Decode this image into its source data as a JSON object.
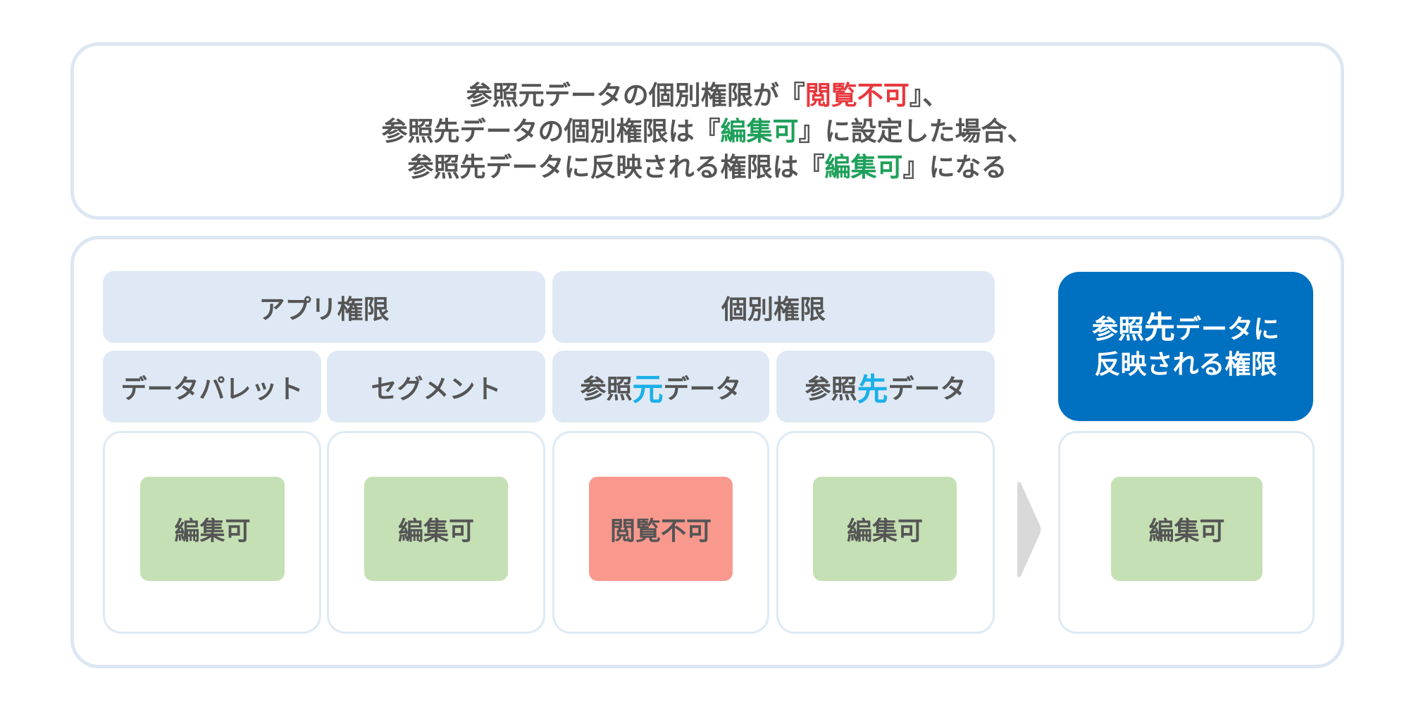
{
  "summary": {
    "line1": {
      "pre": "参照元データの個別権限が『",
      "hl": "閲覧不可",
      "post": "』、"
    },
    "line2": {
      "pre": "参照先データの個別権限は『",
      "hl": "編集可",
      "post": "』に設定した場合、"
    },
    "line3": {
      "pre": "参照先データに反映される権限は『",
      "hl": "編集可",
      "post": "』になる"
    }
  },
  "groups": {
    "app": "アプリ権限",
    "individual": "個別権限"
  },
  "columns": {
    "datapalette": "データパレット",
    "segment": "セグメント",
    "source": {
      "pre": "参照",
      "hl": "元",
      "post": "データ"
    },
    "target": {
      "pre": "参照",
      "hl": "先",
      "post": "データ"
    }
  },
  "result_header": {
    "line1_pre": "参照",
    "line1_hl": "先",
    "line1_post": "データに",
    "line2": "反映される権限"
  },
  "values": {
    "datapalette": "編集可",
    "segment": "編集可",
    "source": "閲覧不可",
    "target": "編集可",
    "result": "編集可"
  },
  "colors": {
    "deny": "#f9998e",
    "allow": "#c5e0b4",
    "header": "#dfe9f5",
    "result_header": "#0070c0",
    "highlight_red": "#e8383d",
    "highlight_green": "#1fa05a",
    "highlight_cyan": "#1ab0e8"
  }
}
